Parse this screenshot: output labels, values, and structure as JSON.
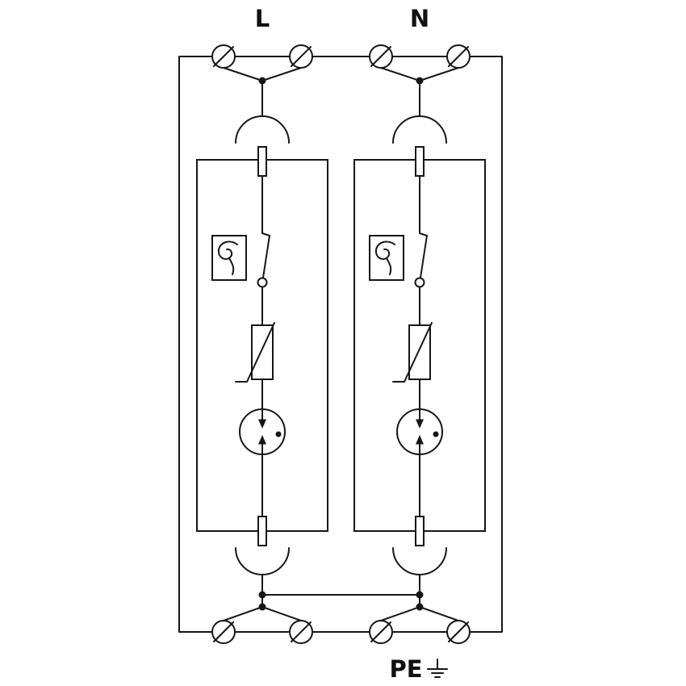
{
  "diagram": {
    "type": "circuit-schematic",
    "colors": {
      "stroke": "#161616",
      "background": "#ffffff"
    }
  },
  "labels": {
    "line": "L",
    "neutral": "N",
    "earth": "PE"
  },
  "components": {
    "channel_count": 2,
    "per_channel": [
      "screw-terminal-pair-top",
      "plug-in-contact-top",
      "protection-module-outline",
      "thermal-disconnector",
      "disconnect-switch",
      "varistor",
      "triggered-spark-gap",
      "plug-in-contact-bottom",
      "screw-terminal-pair-bottom"
    ],
    "earth_symbol": "ground-icon"
  }
}
